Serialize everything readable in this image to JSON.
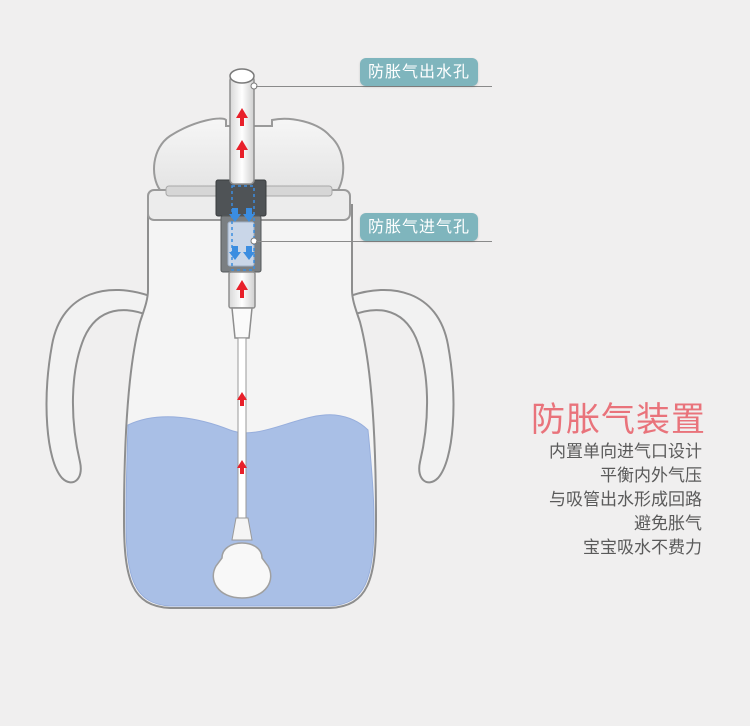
{
  "callouts": {
    "outlet_label": "防胀气出水孔",
    "inlet_label": "防胀气进气孔"
  },
  "feature": {
    "title": "防胀气装置",
    "lines": [
      "内置单向进气口设计",
      "平衡内外气压",
      "与吸管出水形成回路",
      "避免胀气",
      "宝宝吸水不费力"
    ]
  },
  "colors": {
    "background": "#f0efef",
    "callout_bg": "#7fb5bd",
    "title": "#e9737b",
    "water": "#a9bfe6",
    "arrow_red": "#e8202a",
    "arrow_blue": "#3b8de0"
  }
}
